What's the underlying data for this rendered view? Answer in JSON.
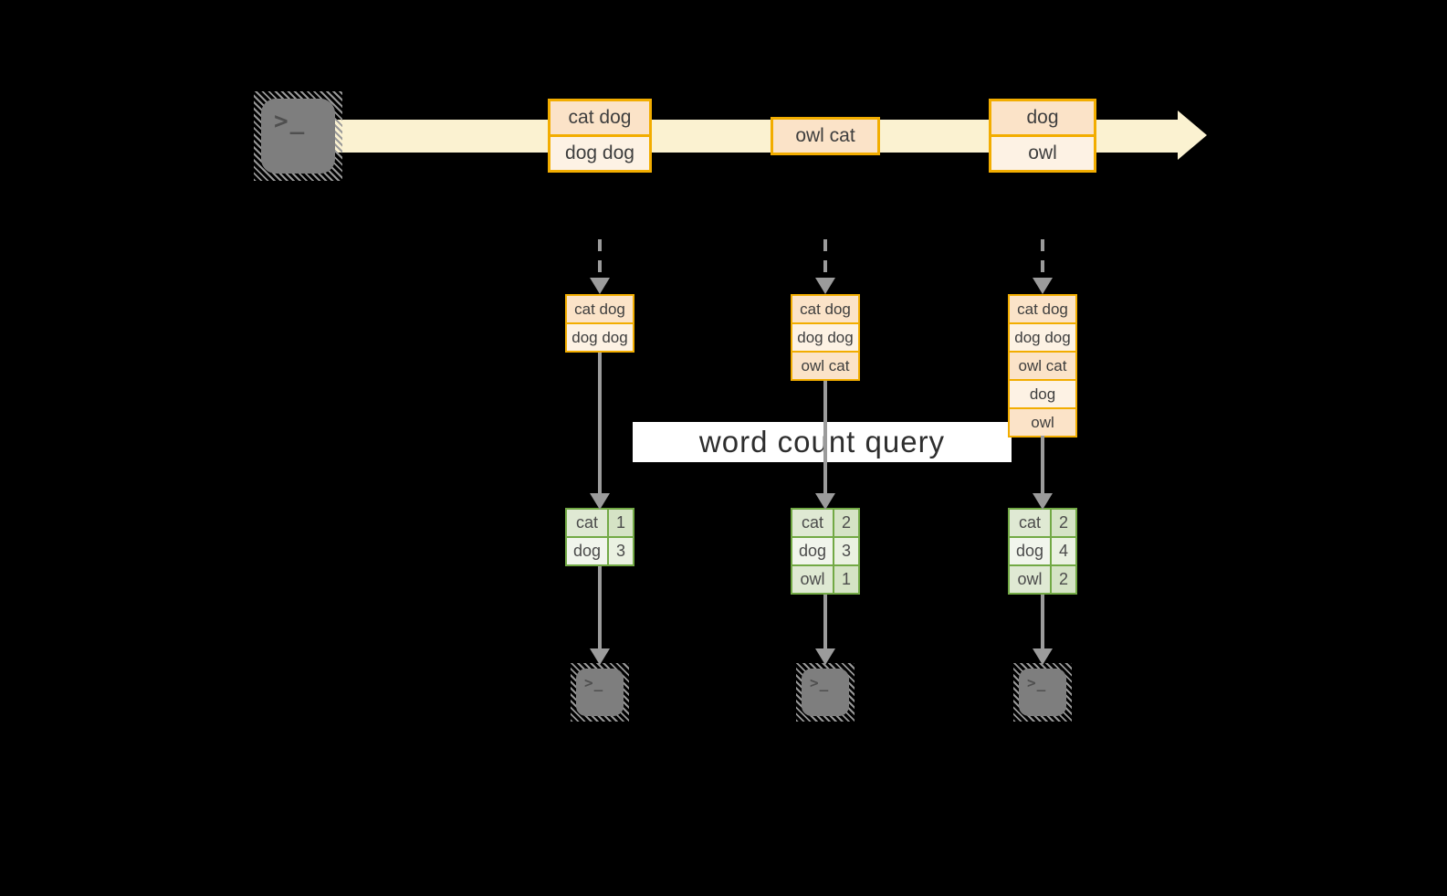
{
  "colors": {
    "bg": "#000000",
    "amber": "#f2ad00",
    "peach": "#fbe3c8",
    "cream": "#fdf2e4",
    "band": "#fbf2d1",
    "green": "#72a945",
    "gcell": "#dfe9d3",
    "gcellnum": "#d5e3c5",
    "gcelllight": "#f1f5ec",
    "gcellnumlight": "#eaf1e1",
    "arrow": "#9b9b9b",
    "term": "#7e7e7e",
    "termglyph": "#4f4f4f",
    "textdark": "#3e3e3e",
    "white": "#ffffff"
  },
  "icons": {
    "terminal_glyph": ">_"
  },
  "query": {
    "label": "word count query"
  },
  "timeline": {
    "batches": [
      {
        "events": [
          "cat dog",
          "dog dog"
        ]
      },
      {
        "events": [
          "owl cat"
        ]
      },
      {
        "events": [
          "dog",
          "owl"
        ]
      }
    ]
  },
  "columns": [
    {
      "stack": [
        "cat dog",
        "dog dog"
      ],
      "counts": [
        {
          "word": "cat",
          "count": "1"
        },
        {
          "word": "dog",
          "count": "3"
        }
      ]
    },
    {
      "stack": [
        "cat dog",
        "dog dog",
        "owl cat"
      ],
      "counts": [
        {
          "word": "cat",
          "count": "2"
        },
        {
          "word": "dog",
          "count": "3"
        },
        {
          "word": "owl",
          "count": "1"
        }
      ]
    },
    {
      "stack": [
        "cat dog",
        "dog dog",
        "owl cat",
        "dog",
        "owl"
      ],
      "counts": [
        {
          "word": "cat",
          "count": "2"
        },
        {
          "word": "dog",
          "count": "4"
        },
        {
          "word": "owl",
          "count": "2"
        }
      ]
    }
  ]
}
